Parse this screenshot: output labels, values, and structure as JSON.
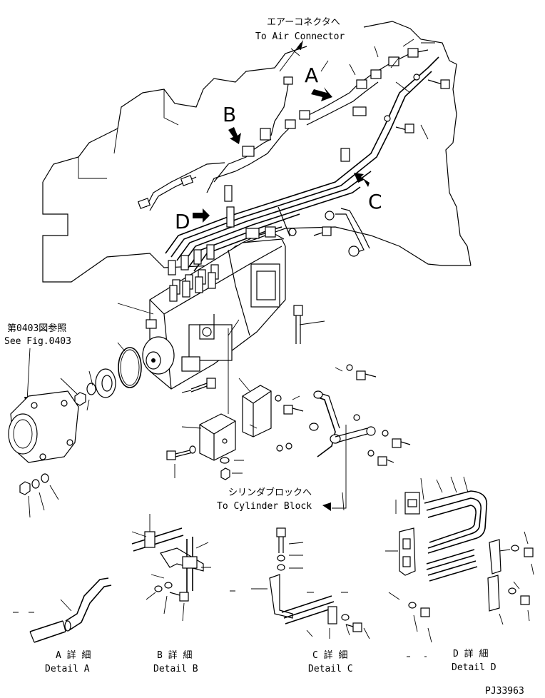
{
  "callouts": {
    "air_connector_jp": "エアーコネクタへ",
    "air_connector_en": "To Air Connector",
    "see_fig_jp": "第0403図参照",
    "see_fig_en": "See Fig.0403",
    "cylinder_block_jp": "シリンダブロックへ",
    "cylinder_block_en": "To Cylinder Block"
  },
  "view_markers": [
    "A",
    "B",
    "C",
    "D"
  ],
  "details": [
    {
      "jp": "A 詳 細",
      "en": "Detail A"
    },
    {
      "jp": "B 詳 細",
      "en": "Detail B"
    },
    {
      "jp": "C 詳 細",
      "en": "Detail C"
    },
    {
      "jp": "D 詳 細",
      "en": "Detail D"
    }
  ],
  "drawing_code": "PJ33963"
}
